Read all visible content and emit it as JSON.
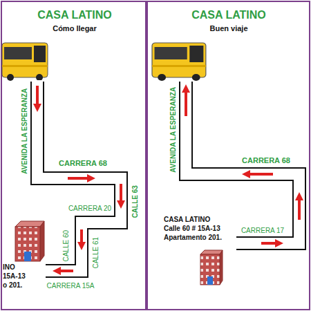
{
  "diagram": {
    "labels": [
      "CASA LATINO",
      "Cómo llegar",
      "AVENIDA LA ESPERANZA",
      "CARRERA 68",
      "CALLE 63",
      "CARRERA 20",
      "CALLE 60",
      "CALLE 61",
      "INO",
      "15A-13",
      "o 201.",
      "CARRERA 15A",
      "CASA LATINO",
      "Buen viaje",
      "AVENIDA LA ESPERANZA",
      "CARRERA 68",
      "CASA LATINO",
      "Calle 60 # 15A-13",
      "Apartamento 201.",
      "CARRERA 17"
    ]
  }
}
